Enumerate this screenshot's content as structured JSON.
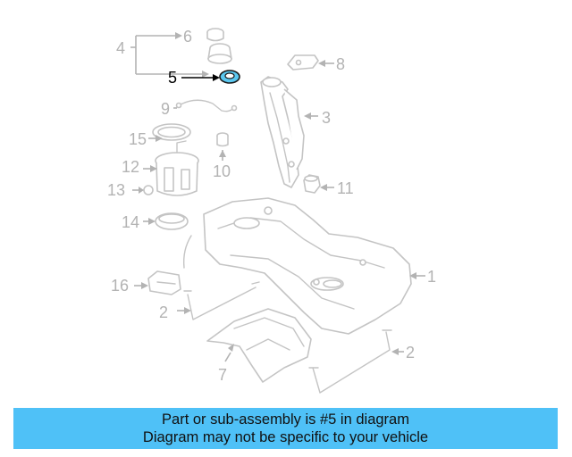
{
  "callouts": {
    "c1": "1",
    "c2a": "2",
    "c2b": "2",
    "c3": "3",
    "c4": "4",
    "c5": "5",
    "c6": "6",
    "c7": "7",
    "c8": "8",
    "c9": "9",
    "c10": "10",
    "c11": "11",
    "c12": "12",
    "c13": "13",
    "c14": "14",
    "c15": "15",
    "c16": "16"
  },
  "highlight": {
    "part": "5",
    "color": "#5bc8f0"
  },
  "banner": {
    "line1": "Part or sub-assembly is #5 in diagram",
    "line2": "Diagram may not be specific to your vehicle",
    "background": "#4fc1f7"
  }
}
